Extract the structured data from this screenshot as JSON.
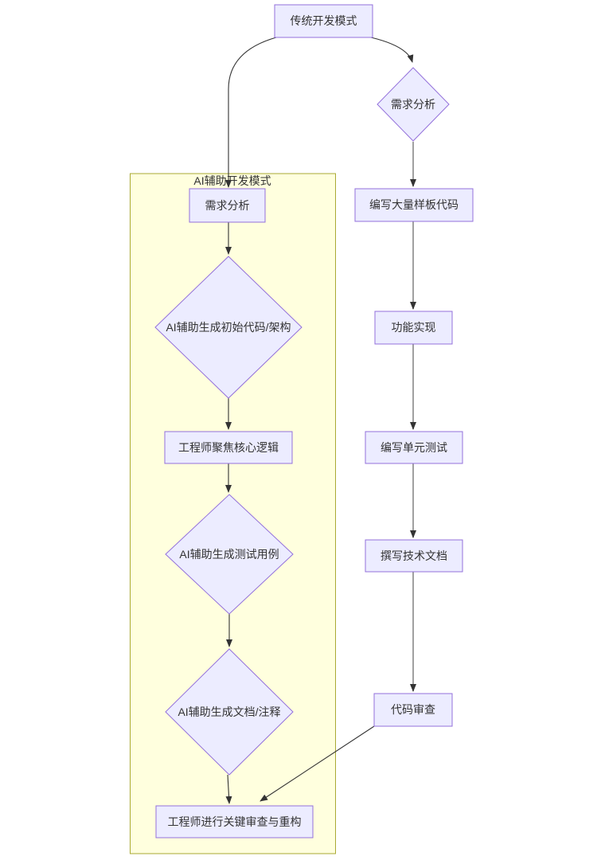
{
  "diagram": {
    "type": "flowchart",
    "background": "#ffffff",
    "colors": {
      "node_fill": "#ECECFF",
      "node_border": "#9370DB",
      "subgraph_fill": "#FFFFDE",
      "subgraph_border": "#AAAA33",
      "edge_dark": "#333333",
      "edge_gray": "#8f8f8f",
      "text": "#333333"
    },
    "subgraph": {
      "label": "AI辅助开发模式"
    },
    "nodes": {
      "traditional_root": {
        "label": "传统开发模式",
        "shape": "rect"
      },
      "trad_requirements": {
        "label": "需求分析",
        "shape": "diamond"
      },
      "trad_boilerplate": {
        "label": "编写大量样板代码",
        "shape": "rect"
      },
      "trad_implementation": {
        "label": "功能实现",
        "shape": "rect"
      },
      "trad_unit_tests": {
        "label": "编写单元测试",
        "shape": "rect"
      },
      "trad_tech_docs": {
        "label": "撰写技术文档",
        "shape": "rect"
      },
      "trad_code_review": {
        "label": "代码审查",
        "shape": "rect"
      },
      "ai_requirements": {
        "label": "需求分析",
        "shape": "rect"
      },
      "ai_generate_code": {
        "label": "AI辅助生成初始代码/架构",
        "shape": "diamond"
      },
      "ai_core_logic": {
        "label": "工程师聚焦核心逻辑",
        "shape": "rect"
      },
      "ai_generate_tests": {
        "label": "AI辅助生成测试用例",
        "shape": "diamond"
      },
      "ai_generate_docs": {
        "label": "AI辅助生成文档/注释",
        "shape": "diamond"
      },
      "ai_final_review": {
        "label": "工程师进行关键审查与重构",
        "shape": "rect"
      }
    },
    "edges": [
      {
        "from": "traditional_root",
        "to": "ai_requirements"
      },
      {
        "from": "traditional_root",
        "to": "trad_requirements"
      },
      {
        "from": "trad_requirements",
        "to": "trad_boilerplate"
      },
      {
        "from": "trad_boilerplate",
        "to": "trad_implementation"
      },
      {
        "from": "trad_implementation",
        "to": "trad_unit_tests"
      },
      {
        "from": "trad_unit_tests",
        "to": "trad_tech_docs"
      },
      {
        "from": "trad_tech_docs",
        "to": "trad_code_review"
      },
      {
        "from": "trad_code_review",
        "to": "ai_final_review"
      },
      {
        "from": "ai_requirements",
        "to": "ai_generate_code"
      },
      {
        "from": "ai_generate_code",
        "to": "ai_core_logic"
      },
      {
        "from": "ai_core_logic",
        "to": "ai_generate_tests"
      },
      {
        "from": "ai_generate_tests",
        "to": "ai_generate_docs"
      },
      {
        "from": "ai_generate_docs",
        "to": "ai_final_review"
      }
    ]
  }
}
